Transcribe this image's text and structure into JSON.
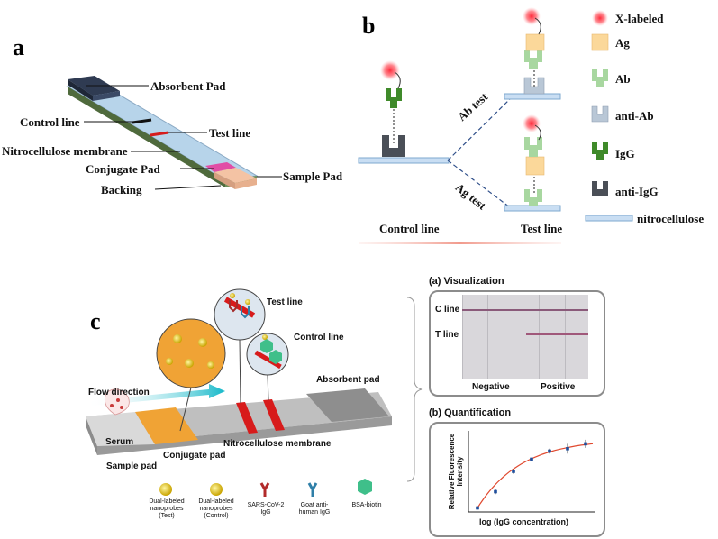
{
  "panel_a": {
    "letter": "a",
    "labels": {
      "absorbent_pad": "Absorbent Pad",
      "control_line": "Control line",
      "test_line": "Test line",
      "nitrocellulose": "Nitrocellulose membrane",
      "conjugate_pad": "Conjugate Pad",
      "sample_pad": "Sample Pad",
      "backing": "Backing"
    }
  },
  "panel_b": {
    "letter": "b",
    "ab_test": "Ab test",
    "ag_test": "Ag test",
    "control_line": "Control line",
    "test_line": "Test line",
    "legend": [
      {
        "icon": "x-labeled-icon",
        "label": "X-labeled"
      },
      {
        "icon": "ag-icon",
        "label": "Ag"
      },
      {
        "icon": "ab-icon",
        "label": "Ab"
      },
      {
        "icon": "anti-ab-icon",
        "label": "anti-Ab"
      },
      {
        "icon": "igg-icon",
        "label": "IgG"
      },
      {
        "icon": "anti-igg-icon",
        "label": "anti-IgG"
      },
      {
        "icon": "nitrocellulose-icon",
        "label": "nitrocellulose"
      }
    ],
    "colors": {
      "x_labeled": "#e8313d",
      "ag": "#fbd89a",
      "ab": "#a8d7a0",
      "anti_ab": "#b9c7d6",
      "igg": "#3f8a2a",
      "anti_igg": "#4a4f57",
      "nitrocellulose": "#c9def3"
    }
  },
  "panel_c": {
    "letter": "c",
    "test_line": "Test line",
    "control_line": "Control line",
    "flow_direction": "Flow direction",
    "serum": "Serum",
    "absorbent_pad": "Absorbent pad",
    "sample_pad": "Sample pad",
    "conjugate_pad": "Conjugate pad",
    "nitrocellulose": "Nitrocellulose membrane",
    "legend": [
      {
        "icon": "nanoprobe-test-icon",
        "label": "Dual-labeled nanoprobes (Test)"
      },
      {
        "icon": "nanoprobe-control-icon",
        "label": "Dual-labeled nanoprobes (Control)"
      },
      {
        "icon": "sars-cov-2-igg-icon",
        "label": "SARS-CoV-2 IgG"
      },
      {
        "icon": "goat-anti-human-igg-icon",
        "label": "Goat anti-human IgG"
      },
      {
        "icon": "bsa-biotin-icon",
        "label": "BSA-biotin"
      }
    ],
    "visualization": {
      "title": "(a) Visualization",
      "c_line": "C line",
      "t_line": "T line",
      "negative": "Negative",
      "positive": "Positive"
    },
    "quantification": {
      "title": "(b) Quantification",
      "ylabel": "Relative Fluorescence Intensity",
      "xlabel": "log (IgG concentration)"
    }
  },
  "chart_data": {
    "type": "scatter",
    "title": "(b) Quantification",
    "xlabel": "log (IgG concentration)",
    "ylabel": "Relative Fluorescence Intensity",
    "x": [
      1,
      2,
      3,
      4,
      5,
      6,
      7
    ],
    "y": [
      0.05,
      0.25,
      0.5,
      0.65,
      0.75,
      0.78,
      0.84
    ],
    "error": [
      0.02,
      0.03,
      0.03,
      0.02,
      0.03,
      0.06,
      0.05
    ],
    "fit_line": true,
    "fit_color": "#e0492f",
    "point_color": "#1f4e9c"
  }
}
